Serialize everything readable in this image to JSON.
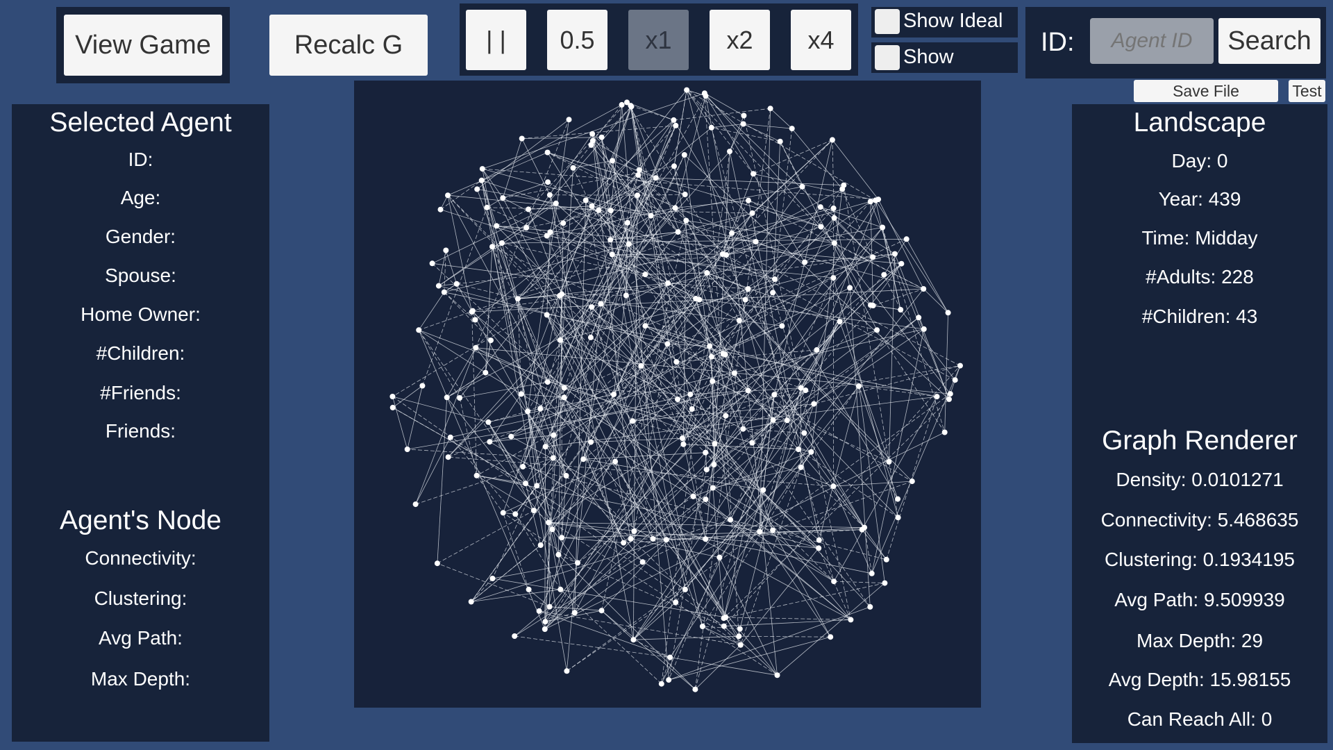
{
  "toolbar": {
    "view_game": "View Game",
    "recalc": "Recalc G",
    "pause": "| |",
    "speeds": [
      "0.5",
      "x1",
      "x2",
      "x4"
    ],
    "active_speed": "x1",
    "show_ideal": "Show Ideal",
    "show": "Show",
    "id_label": "ID:",
    "id_placeholder": "Agent ID",
    "search": "Search",
    "save_file": "Save File",
    "test": "Test"
  },
  "selected_agent": {
    "title": "Selected Agent",
    "fields": [
      "ID:",
      "Age:",
      "Gender:",
      "Spouse:",
      "Home Owner:",
      "#Children:",
      "#Friends:",
      "Friends:"
    ]
  },
  "agent_node": {
    "title": "Agent's Node",
    "fields": [
      "Connectivity:",
      "Clustering:",
      "Avg Path:",
      "Max Depth:"
    ]
  },
  "landscape": {
    "title": "Landscape",
    "fields": [
      "Day: 0",
      "Year: 439",
      "Time: Midday",
      "#Adults: 228",
      "#Children: 43"
    ]
  },
  "graph_renderer": {
    "title": "Graph Renderer",
    "fields": [
      "Density: 0.0101271",
      "Connectivity: 5.468635",
      "Clustering: 0.1934195",
      "Avg Path: 9.509939",
      "Max Depth: 29",
      "Avg Depth: 15.98155",
      "Can Reach All: 0"
    ]
  },
  "colors": {
    "background": "#314b77",
    "panel": "#17233a",
    "graph_bg": "#17223a",
    "node": "#ffffff"
  }
}
